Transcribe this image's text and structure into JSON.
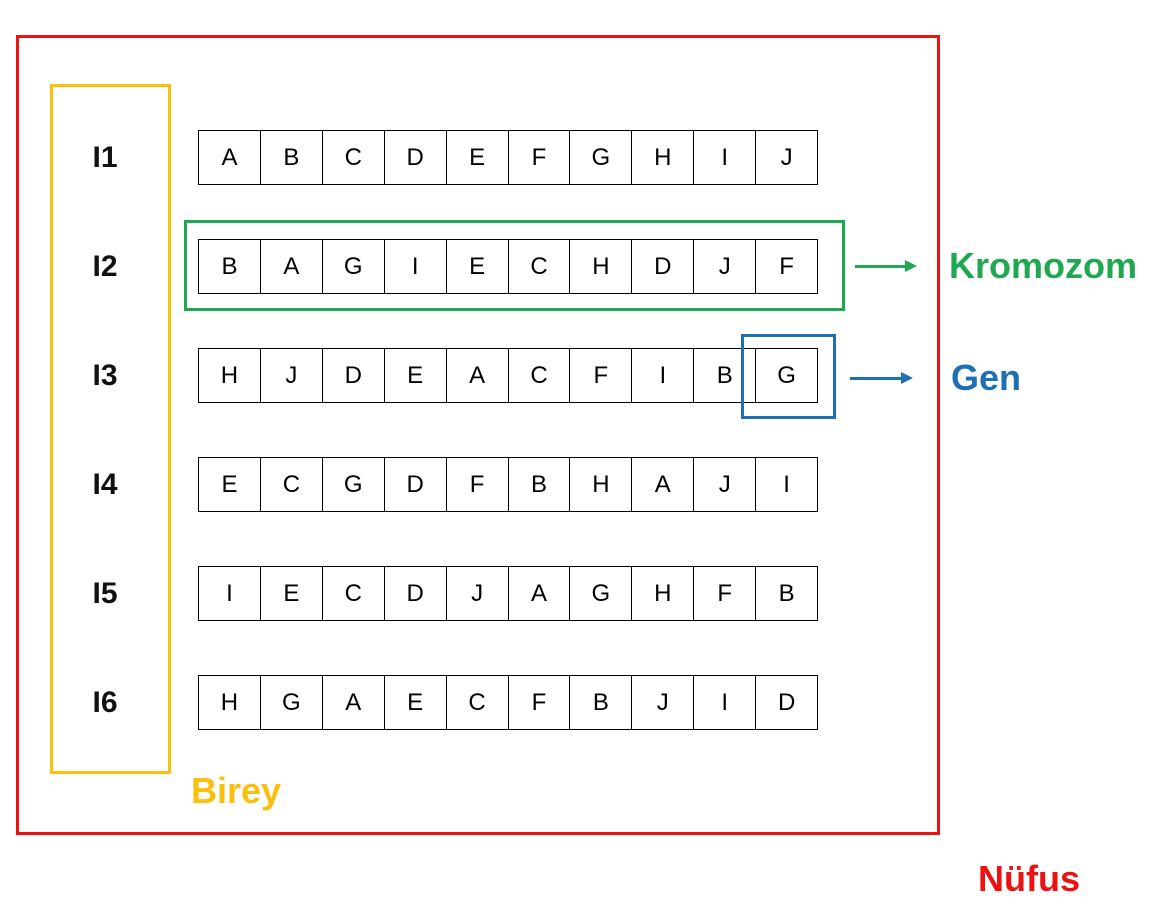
{
  "colors": {
    "population": "#ee1111",
    "individual": "#fbbf0e",
    "chromosome": "#1fa84f",
    "gene": "#1f6fb5"
  },
  "individuals": [
    {
      "label": "I1",
      "genes": [
        "A",
        "B",
        "C",
        "D",
        "E",
        "F",
        "G",
        "H",
        "I",
        "J"
      ]
    },
    {
      "label": "I2",
      "genes": [
        "B",
        "A",
        "G",
        "I",
        "E",
        "C",
        "H",
        "D",
        "J",
        "F"
      ]
    },
    {
      "label": "I3",
      "genes": [
        "H",
        "J",
        "D",
        "E",
        "A",
        "C",
        "F",
        "I",
        "B",
        "G"
      ]
    },
    {
      "label": "I4",
      "genes": [
        "E",
        "C",
        "G",
        "D",
        "F",
        "B",
        "H",
        "A",
        "J",
        "I"
      ]
    },
    {
      "label": "I5",
      "genes": [
        "I",
        "E",
        "C",
        "D",
        "J",
        "A",
        "G",
        "H",
        "F",
        "B"
      ]
    },
    {
      "label": "I6",
      "genes": [
        "H",
        "G",
        "A",
        "E",
        "C",
        "F",
        "B",
        "J",
        "I",
        "D"
      ]
    }
  ],
  "labels": {
    "chromosome": "Kromozom",
    "gene": "Gen",
    "individual": "Birey",
    "population": "Nüfus"
  }
}
